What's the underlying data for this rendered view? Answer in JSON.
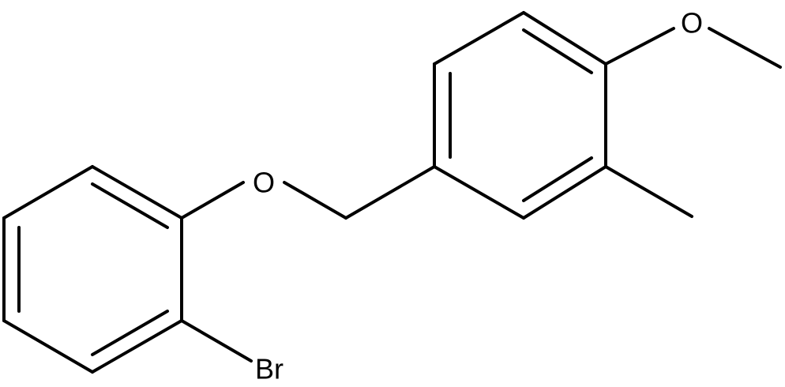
{
  "molecule": {
    "atoms": {
      "oxygen_ether": "O",
      "oxygen_methoxy": "O",
      "bromine": "Br"
    }
  },
  "colors": {
    "bond": "#000000",
    "label": "#000000",
    "background": "#ffffff"
  }
}
